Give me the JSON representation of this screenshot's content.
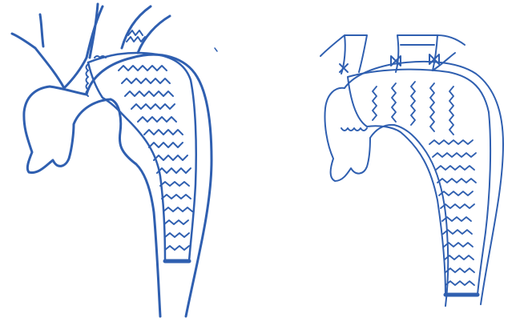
{
  "figure": {
    "panels": [
      {
        "id": "left",
        "subject": "aortic-arch-with-stent-graft"
      },
      {
        "id": "right",
        "subject": "aortic-arch-with-branched-stent-graft"
      }
    ],
    "colors": {
      "ink": "#2f5fb0",
      "background": "#ffffff"
    }
  }
}
